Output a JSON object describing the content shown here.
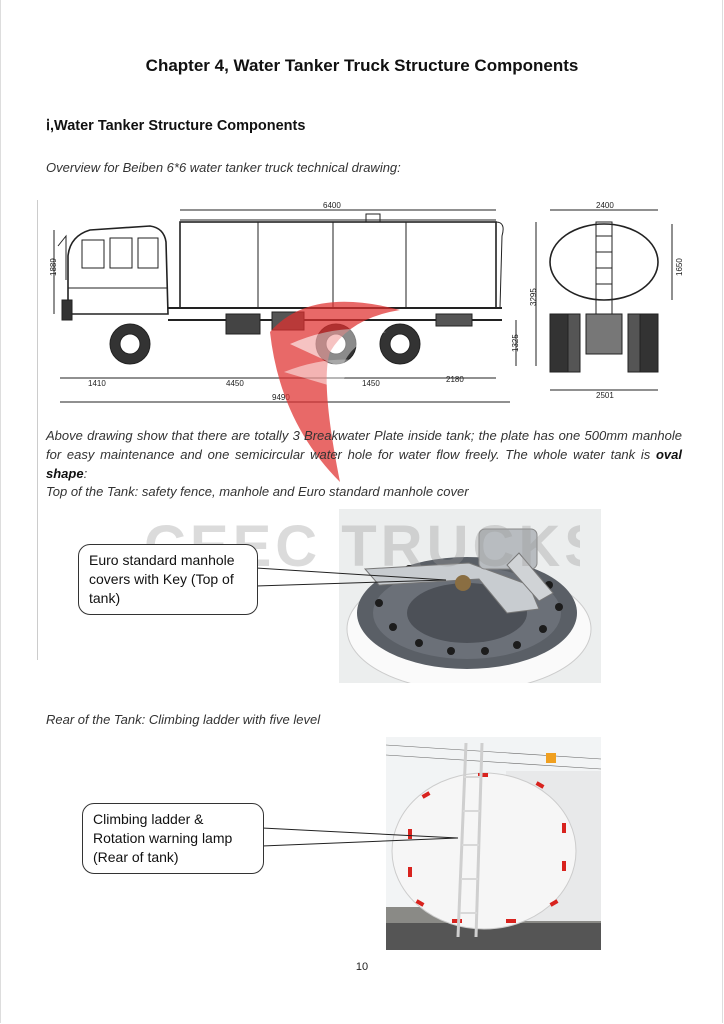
{
  "chapter_title": "Chapter 4, Water Tanker Truck Structure Components",
  "section_title": "ⅰ,Water Tanker Structure Components",
  "overview_caption": "Overview for Beiben 6*6 water tanker truck technical drawing:",
  "drawing_dimensions": {
    "tank_length": "6400",
    "cab_height": "1889",
    "total_height": "3295",
    "chassis_height": "1325",
    "front_overhang": "1410",
    "wheelbase": "4450",
    "rear_axle_spacing": "1450",
    "rear_overhang": "2180",
    "total_length": "9490",
    "tank_width": "2400",
    "tank_height": "1650",
    "vehicle_width": "2501"
  },
  "paragraph": {
    "text": "Above drawing show that there are totally 3 Breakwater Plate inside tank; the plate has one 500mm manhole for easy maintenance and one semicircular water hole for water flow freely. The whole water tank is ",
    "bold": "oval shape",
    "end": ":"
  },
  "top_caption": "Top of the Tank: safety fence, manhole and Euro standard manhole cover",
  "watermark": "CEEC TRUCKS",
  "callout_manhole": "Euro standard manhole covers with Key (Top of tank)",
  "rear_caption": "Rear of the Tank: Climbing ladder with five level",
  "callout_ladder": "Climbing ladder & Rotation warning lamp (Rear of tank)",
  "page_number": "10",
  "colors": {
    "logo_red": "#e0302f",
    "reflector_red": "#d8231e"
  }
}
